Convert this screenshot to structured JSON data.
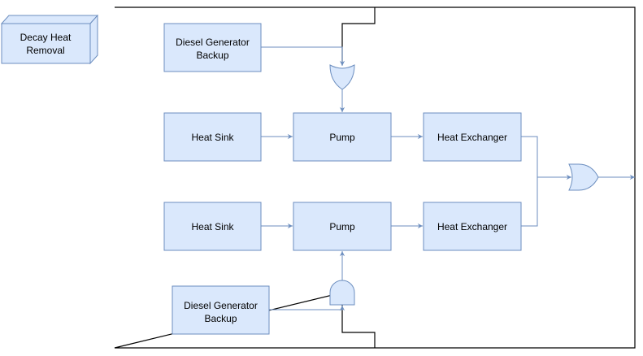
{
  "diagram": {
    "title_block": {
      "line1": "Decay Heat",
      "line2": "Removal"
    },
    "blocks": {
      "diesel_top": {
        "line1": "Diesel Generator",
        "line2": "Backup"
      },
      "heat_sink_top": {
        "line1": "Heat Sink"
      },
      "pump_top": {
        "line1": "Pump"
      },
      "hx_top": {
        "line1": "Heat Exchanger"
      },
      "heat_sink_bottom": {
        "line1": "Heat Sink"
      },
      "pump_bottom": {
        "line1": "Pump"
      },
      "hx_bottom": {
        "line1": "Heat Exchanger"
      },
      "diesel_bottom": {
        "line1": "Diesel Generator",
        "line2": "Backup"
      }
    },
    "colors": {
      "block_fill": "#dae8fc",
      "block_stroke": "#6c8ebf",
      "edge": "#6c8ebf",
      "frame": "#000000",
      "text": "#000000"
    }
  }
}
